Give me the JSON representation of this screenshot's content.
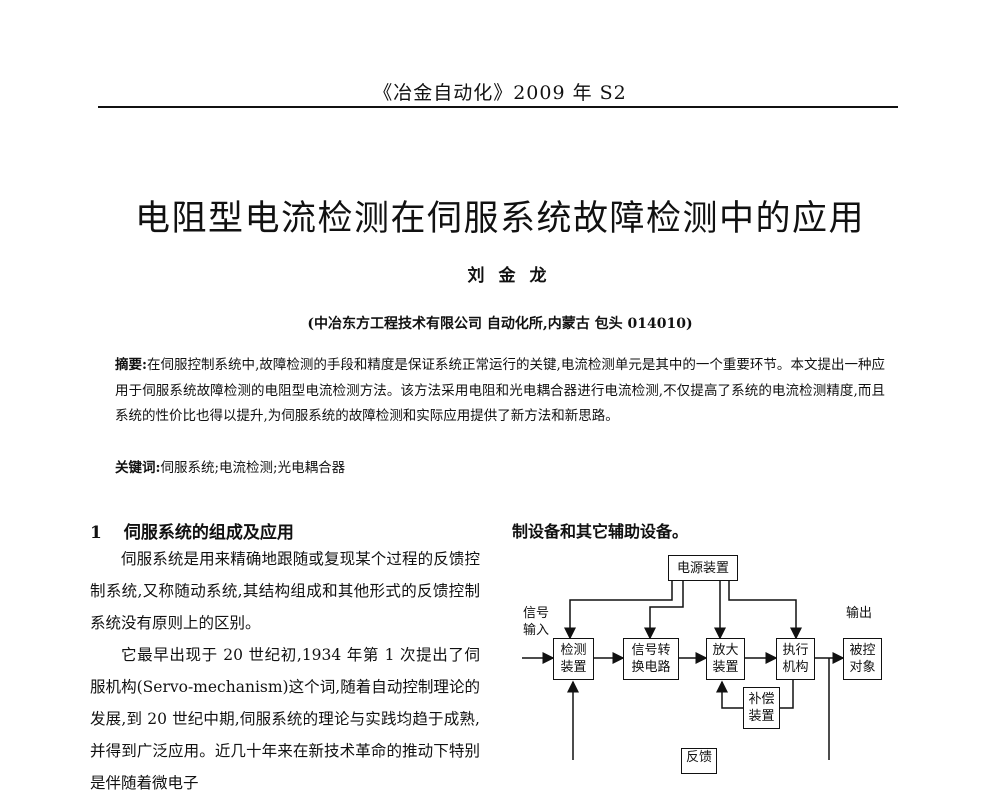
{
  "header": {
    "journal": "《冶金自动化》2009 年 S2"
  },
  "article": {
    "title": "电阻型电流检测在伺服系统故障检测中的应用",
    "author": "刘金龙",
    "affiliation": "(中冶东方工程技术有限公司 自动化所,内蒙古 包头 014010)",
    "abstract_label": "摘要:",
    "abstract_text": "在伺服控制系统中,故障检测的手段和精度是保证系统正常运行的关键,电流检测单元是其中的一个重要环节。本文提出一种应用于伺服系统故障检测的电阻型电流检测方法。该方法采用电阻和光电耦合器进行电流检测,不仅提高了系统的电流检测精度,而且系统的性价比也得以提升,为伺服系统的故障检测和实际应用提供了新方法和新思路。",
    "keywords_label": "关键词:",
    "keywords_text": "伺服系统;电流检测;光电耦合器"
  },
  "section1": {
    "number": "1",
    "heading": "伺服系统的组成及应用",
    "paragraphs": [
      "伺服系统是用来精确地跟随或复现某个过程的反馈控制系统,又称随动系统,其结构组成和其他形式的反馈控制系统没有原则上的区别。",
      "它最早出现于 20 世纪初,1934 年第 1 次提出了伺服机构(Servo-mechanism)这个词,随着自动控制理论的发展,到 20 世纪中期,伺服系统的理论与实践均趋于成熟,并得到广泛应用。近几十年来在新技术革命的推动下特别是伴随着微电子"
    ]
  },
  "right_column": {
    "continuation": "制设备和其它辅助设备。"
  },
  "diagram": {
    "input_label": "信号输入",
    "output_label": "输出",
    "boxes": {
      "power": "电源装置",
      "detect": "检测装置",
      "convert": "信号转换电路",
      "amplify": "放大装置",
      "actuator": "执行机构",
      "plant": "被控对象",
      "compensate": "补偿装置",
      "feedback": "反馈"
    }
  }
}
